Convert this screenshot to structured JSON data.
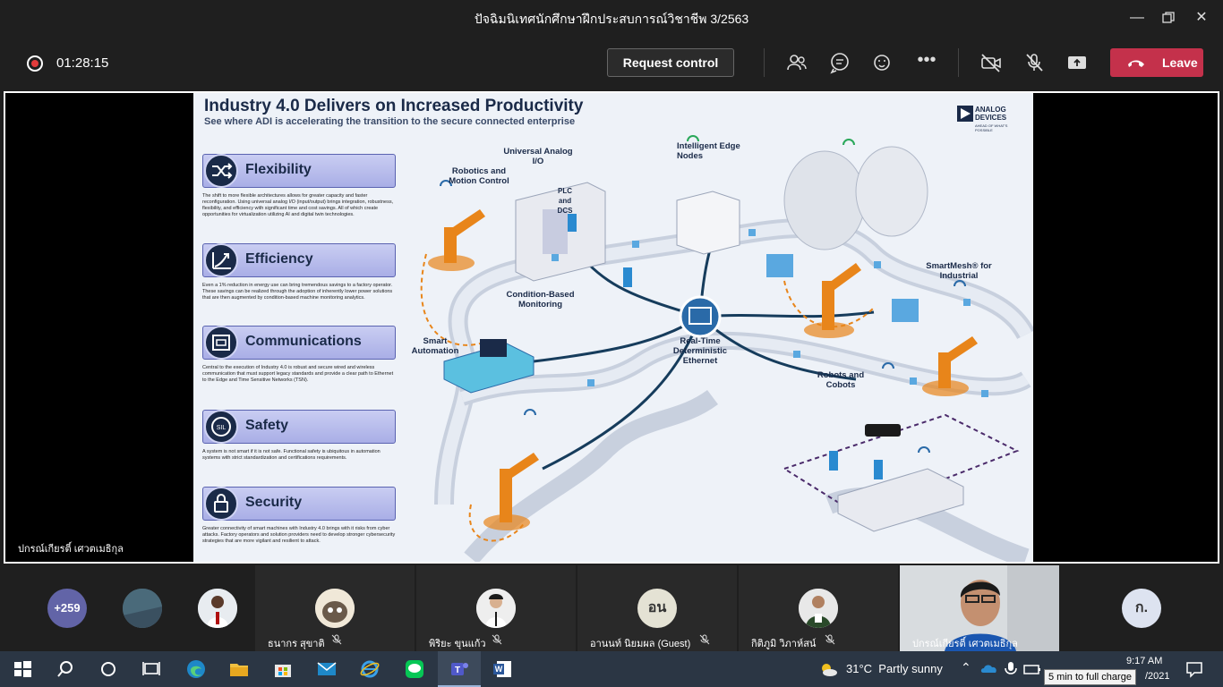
{
  "window": {
    "title": "ปัจฉิมนิเทศนักศึกษาฝึกประสบการณ์วิชาชีพ 3/2563"
  },
  "toolbar": {
    "timer": "01:28:15",
    "request_control_label": "Request control",
    "leave_label": "Leave",
    "leave_color": "#c4314b"
  },
  "slide": {
    "title": "Industry 4.0 Delivers on Increased Productivity",
    "subtitle": "See where ADI is accelerating the transition to the secure connected enterprise",
    "logo_line1": "ANALOG",
    "logo_line2": "DEVICES",
    "logo_tagline": "AHEAD OF WHAT'S POSSIBLE",
    "features": [
      {
        "name": "Flexibility",
        "icon": "shuffle-icon",
        "desc": "The shift to more flexible architectures allows for greater capacity and faster reconfiguration. Using universal analog I/O (input/output) brings integration, robustness, flexibility, and efficiency with significant time and cost savings. All of which create opportunities for virtualization utilizing AI and digital twin technologies."
      },
      {
        "name": "Efficiency",
        "icon": "growth-chart-icon",
        "desc": "Even a 1% reduction in energy use can bring tremendous savings to a factory operator. These savings can be realized through the adoption of inherently lower power solutions that are then augmented by condition-based machine monitoring analytics."
      },
      {
        "name": "Communications",
        "icon": "ethernet-icon",
        "desc": "Central to the execution of Industry 4.0 is robust and secure wired and wireless communication that must support legacy standards and provide a clear path to Ethernet to the Edge and Time Sensitive Networks (TSN)."
      },
      {
        "name": "Safety",
        "icon": "sil-icon",
        "desc": "A system is not smart if it is not safe. Functional safety is ubiquitous in automation systems with strict standardization and certifications requirements."
      },
      {
        "name": "Security",
        "icon": "lock-icon",
        "desc": "Greater connectivity of smart machines with Industry 4.0 brings with it risks from cyber attacks. Factory operators and solution providers need to develop stronger cybersecurity strategies that are more vigilant and resilient to attack."
      }
    ],
    "labels": {
      "robotics": "Robotics and Motion Control",
      "universal_io": "Universal Analog I/O",
      "edge_nodes": "Intelligent Edge Nodes",
      "plc": "PLC and DCS",
      "smartmesh": "SmartMesh® for Industrial",
      "condition": "Condition-Based Monitoring",
      "smart_automation": "Smart Automation",
      "ethernet": "Real-Time Deterministic Ethernet",
      "robots_cobots": "Robots and Cobots"
    }
  },
  "stage": {
    "presenter_name": "ปกรณ์เกียรติ์ เศวตเมธิกุล"
  },
  "gallery": {
    "overflow_count": "+259",
    "tiles": [
      {
        "name": "ธนากร สุขาติ",
        "muted": true
      },
      {
        "name": "พิริยะ ขุนแก้ว",
        "muted": true
      },
      {
        "name": "อานนท์ นิยมผล (Guest)",
        "initials": "อน",
        "muted": true
      },
      {
        "name": "กิติภูมิ วิภาห์สน์",
        "muted": true
      },
      {
        "name": "ปกรณ์เกียรติ์ เศวตเมธิกุล",
        "muted": false
      }
    ],
    "last_initial": "ก."
  },
  "taskbar": {
    "temperature": "31°C",
    "weather": "Partly sunny",
    "time": "9:17 AM",
    "date_partial": "/2021",
    "battery_tooltip": "5 min to full charge"
  }
}
